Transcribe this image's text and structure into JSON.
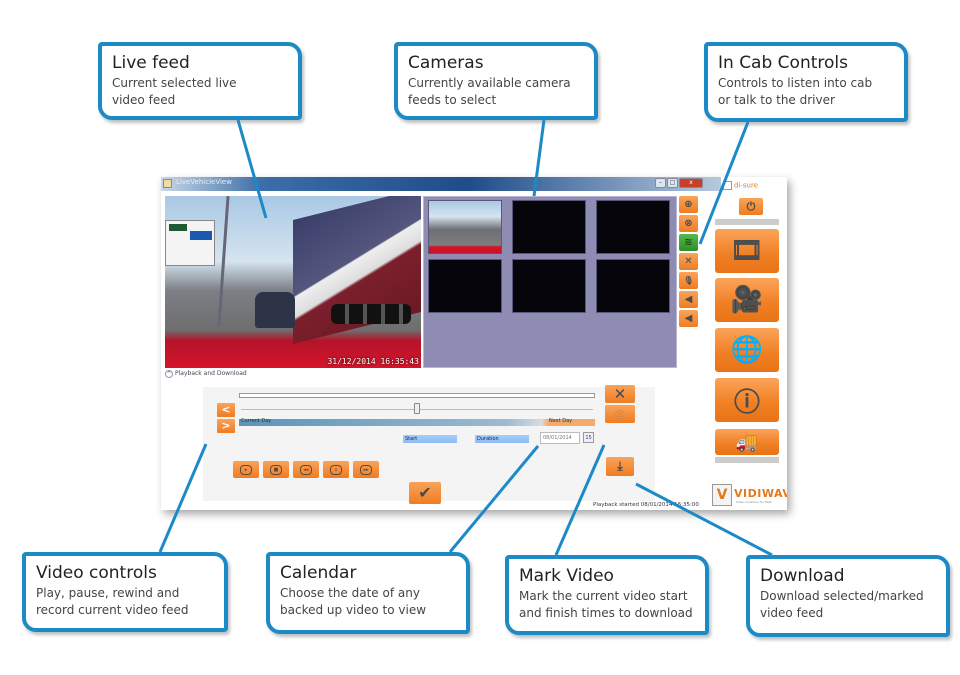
{
  "colors": {
    "callout_border": "#1d8ac8",
    "accent_orange": "#ef7c22",
    "cab_talk_green": "#3f9e36",
    "camera_panel_bg": "#8f8cb4"
  },
  "callouts": {
    "live_feed": {
      "title": "Live feed",
      "desc1": "Current selected live",
      "desc2": "video feed"
    },
    "cameras": {
      "title": "Cameras",
      "desc1": "Currently available camera",
      "desc2": "feeds to select"
    },
    "in_cab": {
      "title": "In Cab Controls",
      "desc1": "Controls to listen into cab",
      "desc2": "or talk to the driver"
    },
    "video_controls": {
      "title": "Video controls",
      "desc1": "Play, pause, rewind and",
      "desc2": "record current video feed"
    },
    "calendar": {
      "title": "Calendar",
      "desc1": "Choose the date of any",
      "desc2": "backed up video to view"
    },
    "mark_video": {
      "title": "Mark Video",
      "desc1": "Mark the current video start",
      "desc2": "and finish times to download"
    },
    "download": {
      "title": "Download",
      "desc1": "Download selected/marked",
      "desc2": "video feed"
    }
  },
  "window": {
    "title": "LiveVehicleView",
    "controls": {
      "minimize": "–",
      "maximize": "□",
      "close": "x"
    }
  },
  "live_feed": {
    "timestamp": "31/12/2014 16:35:43"
  },
  "camera_grid": {
    "tile_count": 6,
    "active_tile": 1
  },
  "cab_controls": [
    {
      "name": "zoom-in",
      "glyph": "⊕"
    },
    {
      "name": "reel",
      "glyph": "⊗"
    },
    {
      "name": "listen",
      "glyph": "≋"
    },
    {
      "name": "close",
      "glyph": "✕"
    },
    {
      "name": "microphone",
      "glyph": "🎙"
    },
    {
      "name": "speaker-1",
      "glyph": "◀"
    },
    {
      "name": "speaker-2",
      "glyph": "◀"
    }
  ],
  "sidebar": {
    "logo_text": "di-sure",
    "power_glyph": "⏻",
    "buttons": [
      {
        "name": "video-reel",
        "glyph": "🎞"
      },
      {
        "name": "camera",
        "glyph": "🎥"
      },
      {
        "name": "globe",
        "glyph": "🌐"
      },
      {
        "name": "info",
        "glyph": "ⓘ"
      },
      {
        "name": "vehicle",
        "glyph": "🚚"
      }
    ]
  },
  "playback": {
    "section_label": "Playback and Download",
    "prev_glyph": "<",
    "next_glyph": ">",
    "current_day": "Current Day",
    "next_day": "Next Day",
    "start_label": "Start",
    "duration_label": "Duration",
    "date_value": "08/01/2014",
    "calendar_glyph": "15",
    "slider_position_pct": 50,
    "clear_glyph": "✕",
    "mark_glyph": "◎",
    "confirm_glyph": "✔",
    "download_glyph": "⤓",
    "video_buttons": [
      {
        "name": "play",
        "glyph": "▸"
      },
      {
        "name": "stop",
        "glyph": "■"
      },
      {
        "name": "rewind",
        "glyph": "◂◂"
      },
      {
        "name": "pause",
        "glyph": "॥"
      },
      {
        "name": "fast-forward",
        "glyph": "▸▸"
      }
    ],
    "status": "Playback started 08/01/2014 16:35:00"
  },
  "brand": {
    "name": "VIDIWAVE",
    "letter": "V",
    "tagline": "Video solutions for fleet"
  }
}
